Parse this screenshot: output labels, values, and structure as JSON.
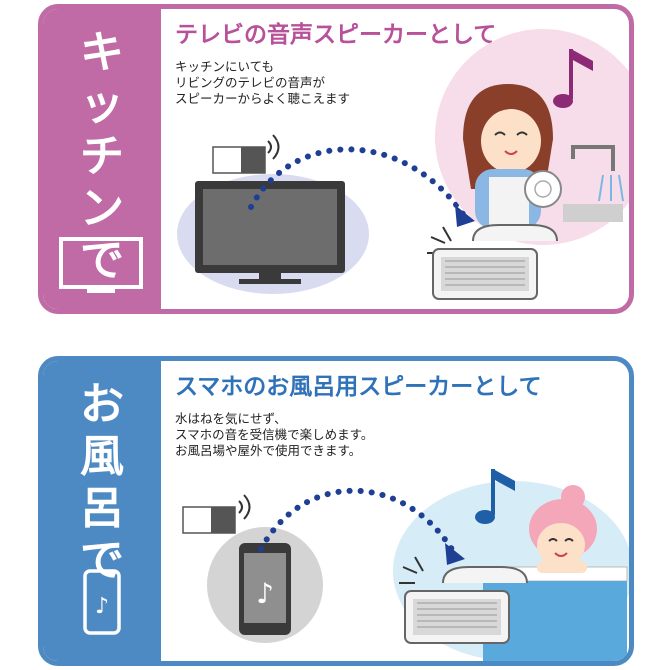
{
  "kitchen": {
    "side_label": [
      "キ",
      "ッ",
      "チ",
      "ン",
      "で"
    ],
    "heading": "テレビの音声スピーカーとして",
    "description": [
      "キッチンにいても",
      "リビングのテレビの音声が",
      "スピーカーからよく聴こえます"
    ],
    "accent_color": "#c06ba6",
    "icon": "tv-icon"
  },
  "bath": {
    "side_label": [
      "お",
      "風",
      "呂",
      "で"
    ],
    "heading": "スマホのお風呂用スピーカーとして",
    "description": [
      "水はねを気にせず、",
      "スマホの音を受信機で楽しめます。",
      "お風呂場や屋外で使用できます。"
    ],
    "accent_color": "#4d8ac4",
    "icon": "smartphone-music-icon"
  }
}
